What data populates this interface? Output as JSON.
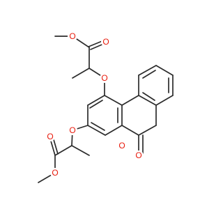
{
  "colors": {
    "bond": "#2b2b2b",
    "oxygen": "#e8190b",
    "background": "#ffffff"
  },
  "atoms": {
    "o_methyl_top": "O",
    "o_carbonyl_top": "O",
    "o_ether_top": "O",
    "o_ether_bottom": "O",
    "o_ring": "O",
    "o_lactone_carbonyl": "O",
    "o_carbonyl_bottom": "O",
    "o_methyl_bottom": "O"
  }
}
